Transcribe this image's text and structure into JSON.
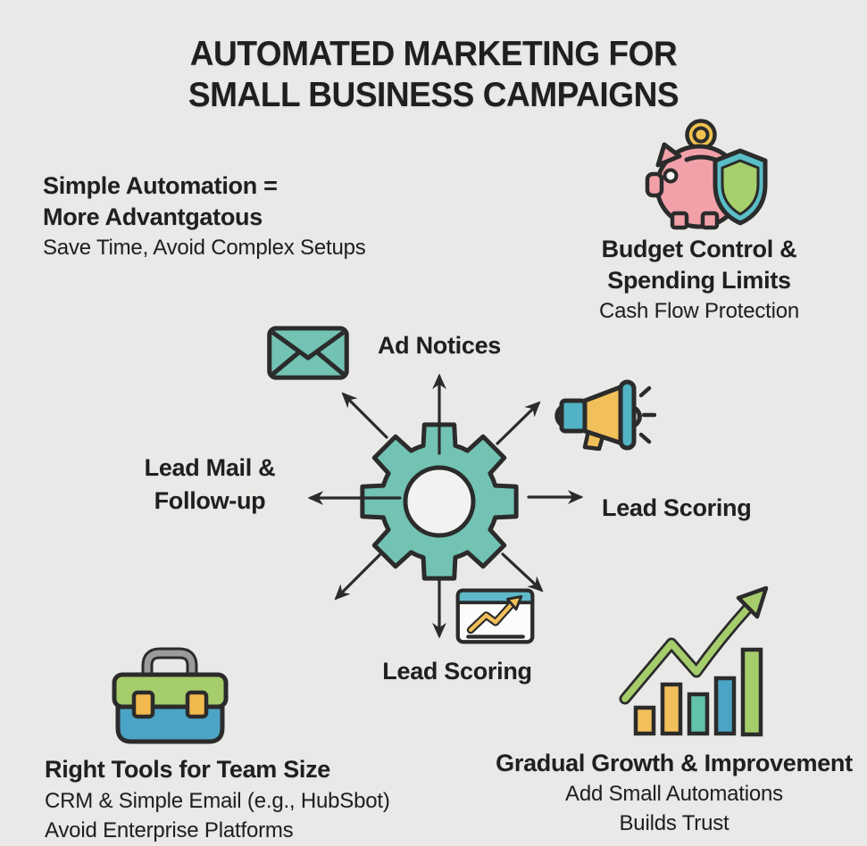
{
  "title": {
    "line1": "AUTOMATED MARKETING FOR",
    "line2": "SMALL BUSINESS CAMPAIGNS"
  },
  "callouts": {
    "simple_automation": {
      "heading1": "Simple Automation =",
      "heading2": "More Advantgatous",
      "sub1": "Save Time, Avoid Complex Setups"
    },
    "budget_control": {
      "icon": "piggy-bank-shield-icon",
      "heading1": "Budget Control &",
      "heading2": "Spending Limits",
      "sub1": "Cash Flow Protection"
    },
    "right_tools": {
      "icon": "toolbox-icon",
      "heading1": "Right Tools for Team Size",
      "sub1": "CRM & Simple Email (e.g., HubSbot)",
      "sub2": "Avoid Enterprise Platforms"
    },
    "gradual_growth": {
      "icon": "growth-bars-arrow-icon",
      "heading1": "Gradual Growth & Improvement",
      "sub1": "Add Small Automations",
      "sub2": "Builds Trust"
    }
  },
  "hub": {
    "center_icon": "gear-icon",
    "labels": {
      "ad_notices": "Ad Notices",
      "lead_mail_line1": "Lead Mail &",
      "lead_mail_line2": "Follow-up",
      "lead_scoring_right": "Lead Scoring",
      "lead_scoring_bottom": "Lead Scoring"
    },
    "spoke_icons": {
      "top": "envelope-icon",
      "upper_right": "megaphone-icon",
      "bottom": "line-chart-window-icon"
    }
  },
  "colors": {
    "background": "#e9e9e7",
    "ink": "#1f1f1f",
    "outline": "#2b2b2b",
    "teal": "#72c3b3",
    "teal_blue": "#55b5c6",
    "pink": "#f2a1a9",
    "gold": "#f1c24f",
    "yellow_orange": "#f2b94e",
    "green": "#a6cd6c",
    "bar_blue": "#4ba4c5",
    "handle_gray": "#9b9b9b"
  }
}
